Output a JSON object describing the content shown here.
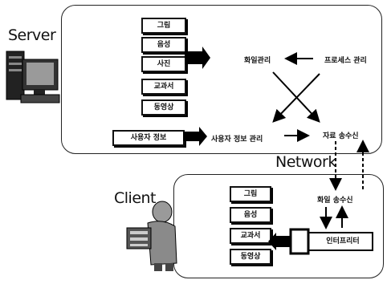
{
  "server": {
    "title": "Server",
    "items": [
      "그림",
      "음성",
      "사진",
      "교과서",
      "동영상"
    ],
    "user_info_box": "사용자 정보",
    "file_mgmt": "화일관리",
    "process_mgmt": "프로세스 관리",
    "user_info_mgmt": "사용자 정보 관리",
    "data_transfer": "자료 송수신"
  },
  "network_label": "Network",
  "client": {
    "title": "Client",
    "items": [
      "그림",
      "음성",
      "교과서",
      "동영상"
    ],
    "file_transfer": "화일 송수신",
    "interpreter": "인터프리터"
  }
}
